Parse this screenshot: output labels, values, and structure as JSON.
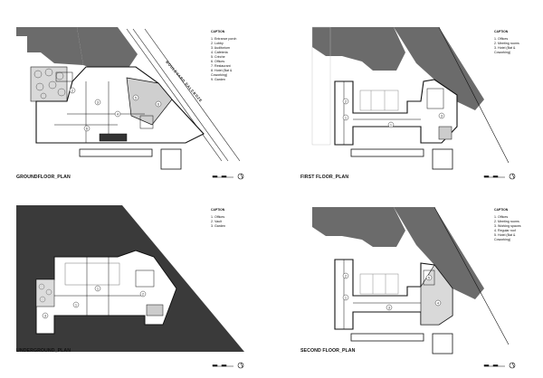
{
  "sheets": [
    {
      "title": "GROUNDFLOOR_PLAN",
      "street": "BOULEVARD DALCROZE",
      "legend_title": "CAPTION",
      "legend": [
        "1. Entrance porch",
        "2. Lobby",
        "3. Auditorium",
        "4. Cafeteria",
        "5. Crèche",
        "6. Offices",
        "7. Restaurant",
        "8. Hotel (Bat &",
        "   Coworking)",
        "9. Garden"
      ]
    },
    {
      "title": "FIRST FLOOR_PLAN",
      "legend_title": "CAPTION",
      "legend": [
        "1. Offices",
        "2. Meeting rooms",
        "3. Hotel (Bat &",
        "   Coworking)"
      ]
    },
    {
      "title": "UNDERGROUND_PLAN",
      "legend_title": "CAPTION",
      "legend": [
        "1. Offices",
        "2. Vault",
        "3. Garden"
      ]
    },
    {
      "title": "SECOND FLOOR_PLAN",
      "legend_title": "CAPTION",
      "legend": [
        "1. Offices",
        "2. Meeting rooms",
        "3. Working spaces",
        "4. Regular roof",
        "5. Hotel (Bat &",
        "   Coworking)"
      ]
    }
  ],
  "colors": {
    "ink": "#111111",
    "context_dark": "#6b6b6b",
    "site_gray": "#3a3a3a",
    "paper": "#ffffff"
  }
}
